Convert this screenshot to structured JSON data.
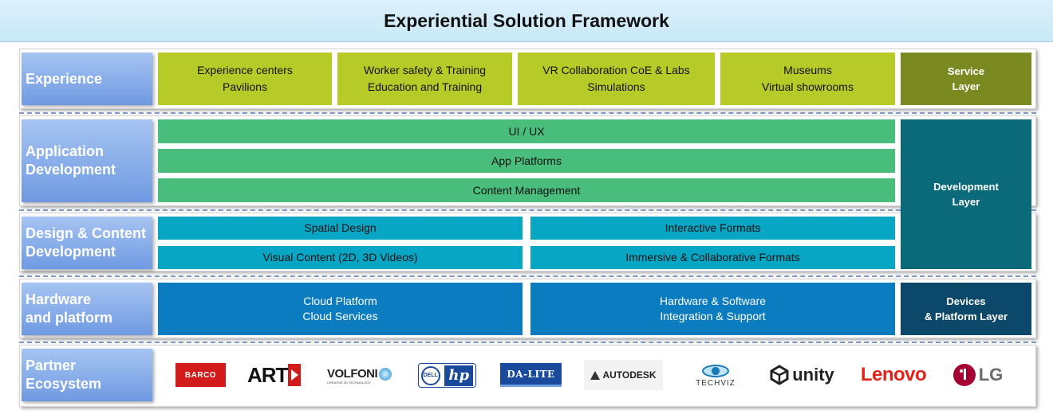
{
  "title": "Experiential Solution Framework",
  "rows": {
    "experience": {
      "label": [
        "Experience"
      ],
      "boxes": [
        {
          "line1": "Experience centers",
          "line2": "Pavilions"
        },
        {
          "line1": "Worker safety & Training",
          "line2": "Education and Training"
        },
        {
          "line1": "VR Collaboration CoE & Labs",
          "line2": "Simulations"
        },
        {
          "line1": "Museums",
          "line2": "Virtual showrooms"
        }
      ],
      "layer": [
        "Service",
        "Layer"
      ]
    },
    "application": {
      "label": [
        "Application",
        "Development"
      ],
      "bars": [
        "UI / UX",
        "App Platforms",
        "Content Management"
      ]
    },
    "design": {
      "label": [
        "Design & Content",
        "Development"
      ],
      "cells": [
        "Spatial Design",
        "Interactive Formats",
        "Visual Content (2D, 3D Videos)",
        "Immersive & Collaborative Formats"
      ]
    },
    "development_layer": [
      "Development",
      "Layer"
    ],
    "hardware": {
      "label": [
        "Hardware",
        "and platform"
      ],
      "boxes": [
        {
          "line1": "Cloud Platform",
          "line2": "Cloud Services"
        },
        {
          "line1": "Hardware & Software",
          "line2": "Integration & Support"
        }
      ],
      "layer": [
        "Devices",
        "& Platform Layer"
      ]
    },
    "partner": {
      "label": [
        "Partner",
        "Ecosystem"
      ],
      "logos": [
        "BARCO",
        "ART",
        "VOLFONI",
        "CREATIVE 3D TECHNOLOGY",
        "DELL",
        "hp",
        "DA-LITE",
        "AUTODESK",
        "TECHVIZ",
        "unity",
        "Lenovo",
        "LG"
      ]
    }
  },
  "colors": {
    "service": "#b7cb28",
    "application": "#48bd7c",
    "design": "#07a6c4",
    "hardware": "#0c7cc0",
    "label_gradient": [
      "#a6c4f2",
      "#6f9ae2"
    ]
  }
}
